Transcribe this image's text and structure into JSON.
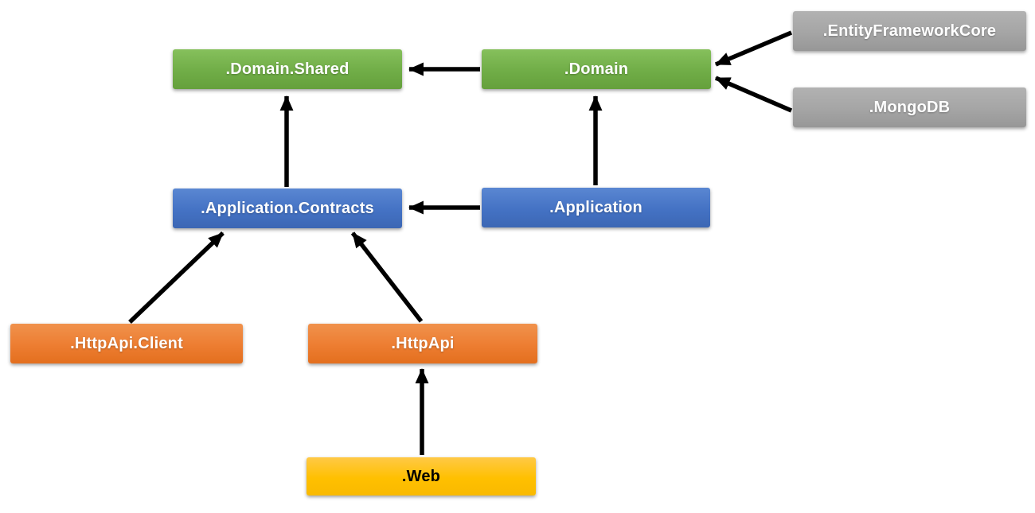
{
  "nodes": [
    {
      "id": "domain-shared",
      "label": ".Domain.Shared",
      "color": "#70AD47",
      "text_color": "#FFFFFF"
    },
    {
      "id": "domain",
      "label": ".Domain",
      "color": "#70AD47",
      "text_color": "#FFFFFF"
    },
    {
      "id": "entity-framework-core",
      "label": ".EntityFrameworkCore",
      "color": "#A5A5A5",
      "text_color": "#FFFFFF"
    },
    {
      "id": "mongodb",
      "label": ".MongoDB",
      "color": "#A5A5A5",
      "text_color": "#FFFFFF"
    },
    {
      "id": "application-contracts",
      "label": ".Application.Contracts",
      "color": "#4472C4",
      "text_color": "#FFFFFF"
    },
    {
      "id": "application",
      "label": ".Application",
      "color": "#4472C4",
      "text_color": "#FFFFFF"
    },
    {
      "id": "httpapi-client",
      "label": ".HttpApi.Client",
      "color": "#ED7D31",
      "text_color": "#FFFFFF"
    },
    {
      "id": "httpapi",
      "label": ".HttpApi",
      "color": "#ED7D31",
      "text_color": "#FFFFFF"
    },
    {
      "id": "web",
      "label": ".Web",
      "color": "#FFC000",
      "text_color": "#000000"
    }
  ],
  "edges": [
    {
      "from": "domain",
      "to": "domain-shared"
    },
    {
      "from": "application-contracts",
      "to": "domain-shared"
    },
    {
      "from": "application",
      "to": "application-contracts"
    },
    {
      "from": "application",
      "to": "domain"
    },
    {
      "from": "entity-framework-core",
      "to": "domain"
    },
    {
      "from": "mongodb",
      "to": "domain"
    },
    {
      "from": "httpapi-client",
      "to": "application-contracts"
    },
    {
      "from": "httpapi",
      "to": "application-contracts"
    },
    {
      "from": "web",
      "to": "httpapi"
    }
  ],
  "arrow_color": "#000000",
  "background": "#FFFFFF"
}
